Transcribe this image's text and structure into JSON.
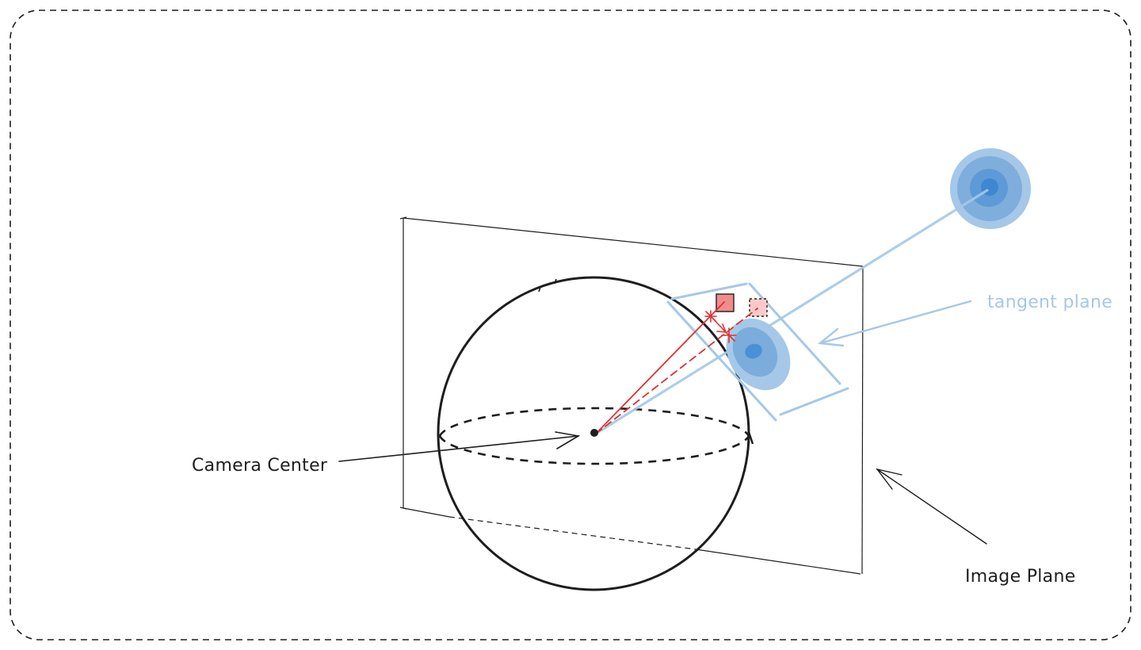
{
  "labels": {
    "camera_center": "Camera Center",
    "tangent_plane": "tangent plane",
    "image_plane": "Image Plane"
  },
  "colors": {
    "ink": "#1e1e1e",
    "blue_light": "#a5c8e8",
    "blue_mid": "#78a9d9",
    "blue_dark": "#4a90d6",
    "red": "#e03131",
    "red_fill": "#f08c8c",
    "red_fill_light": "#ffc9c9"
  }
}
